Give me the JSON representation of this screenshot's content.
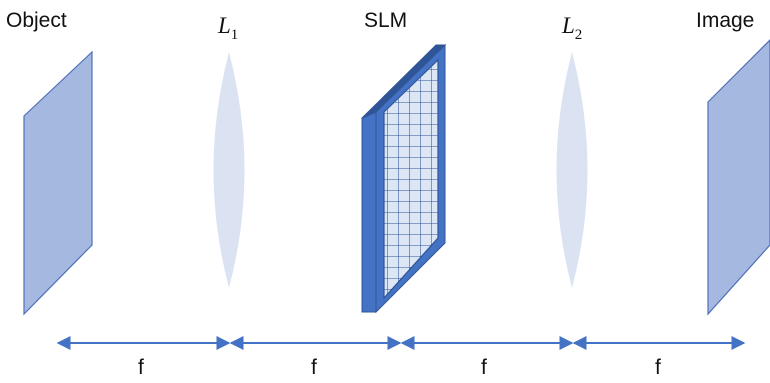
{
  "labels": {
    "object": "Object",
    "lens1": {
      "symbol": "L",
      "subscript": "1"
    },
    "slm": "SLM",
    "lens2": {
      "symbol": "L",
      "subscript": "2"
    },
    "image": "Image"
  },
  "distances": [
    "f",
    "f",
    "f",
    "f"
  ],
  "colors": {
    "plane_fill": "#a5b8e0",
    "plane_stroke": "#4f6fb8",
    "lens_fill": "#dbe3f3",
    "slm_face": "#4472c4",
    "slm_side": "#2f5597",
    "slm_grid_fill": "#dce6f5",
    "arrow": "#4472c4"
  }
}
